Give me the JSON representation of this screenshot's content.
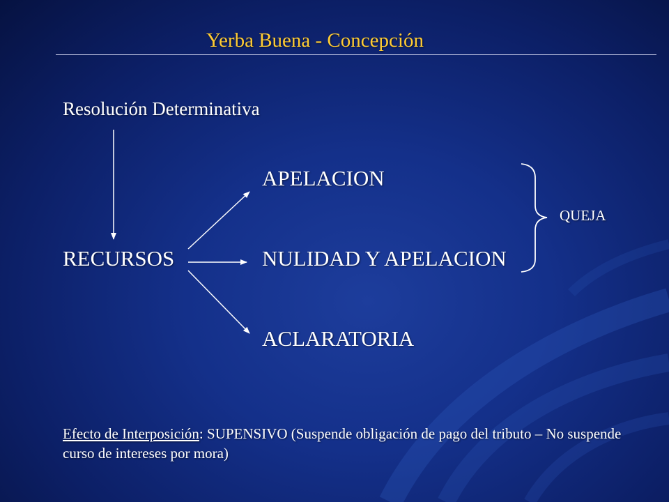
{
  "slide": {
    "title": "Yerba Buena - Concepción",
    "subtitle": "Resolución Determinativa"
  },
  "diagram": {
    "source": "RECURSOS",
    "targets": [
      "APELACION",
      "NULIDAD Y APELACION",
      "ACLARATORIA"
    ],
    "bracket_label": "QUEJA"
  },
  "footnote": {
    "label": "Efecto de Interposición",
    "separator": ":",
    "text": " SUPENSIVO  (Suspende obligación de pago del tributo – No suspende curso de intereses por mora)"
  },
  "colors": {
    "title": "#ffcc33",
    "text": "#ffffff",
    "background": "#14308a"
  }
}
